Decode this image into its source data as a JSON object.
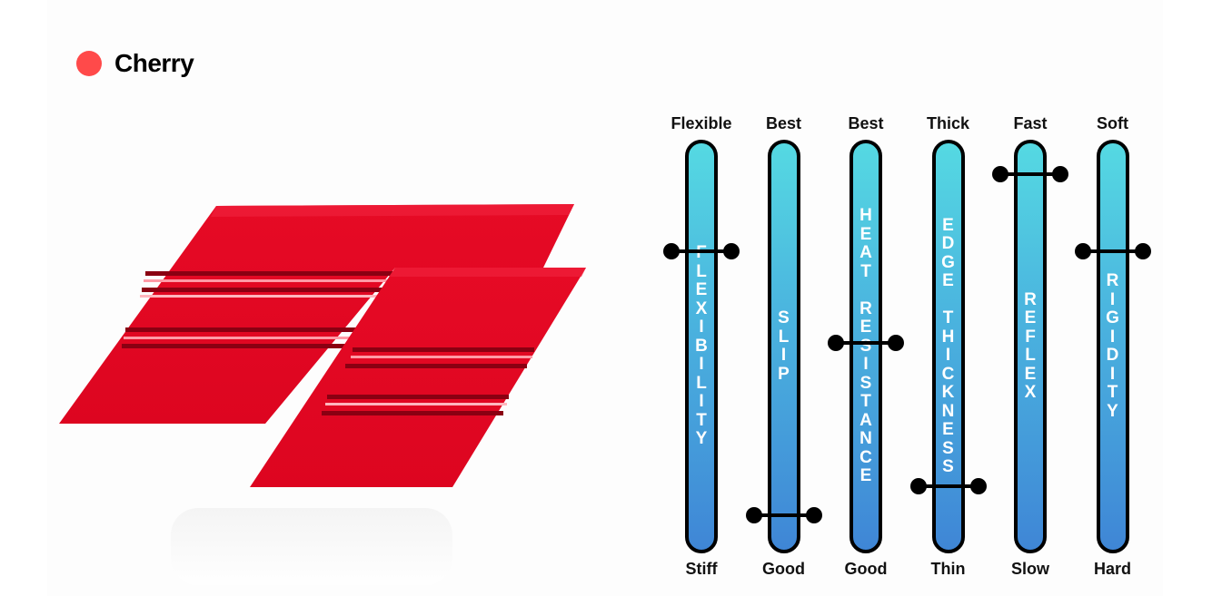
{
  "product": {
    "name": "Cherry",
    "color": "#ff4a4a",
    "image_color": "#e00a23"
  },
  "chart_data": {
    "type": "rating-scale",
    "scale": [
      0,
      1
    ],
    "attributes": [
      {
        "name": "FLEXIBILITY",
        "top_label": "Flexible",
        "bottom_label": "Stiff",
        "value": 0.76
      },
      {
        "name": "SLIP",
        "top_label": "Best",
        "bottom_label": "Good",
        "value": 0.04
      },
      {
        "name": "HEAT RESISTANCE",
        "top_label": "Best",
        "bottom_label": "Good",
        "value": 0.51
      },
      {
        "name": "EDGE THICKNESS",
        "top_label": "Thick",
        "bottom_label": "Thin",
        "value": 0.12
      },
      {
        "name": "REFLEX",
        "top_label": "Fast",
        "bottom_label": "Slow",
        "value": 0.97
      },
      {
        "name": "RIGIDITY",
        "top_label": "Soft",
        "bottom_label": "Hard",
        "value": 0.76
      }
    ],
    "bar_gradient": [
      "#55d9e2",
      "#3f86d6"
    ]
  }
}
